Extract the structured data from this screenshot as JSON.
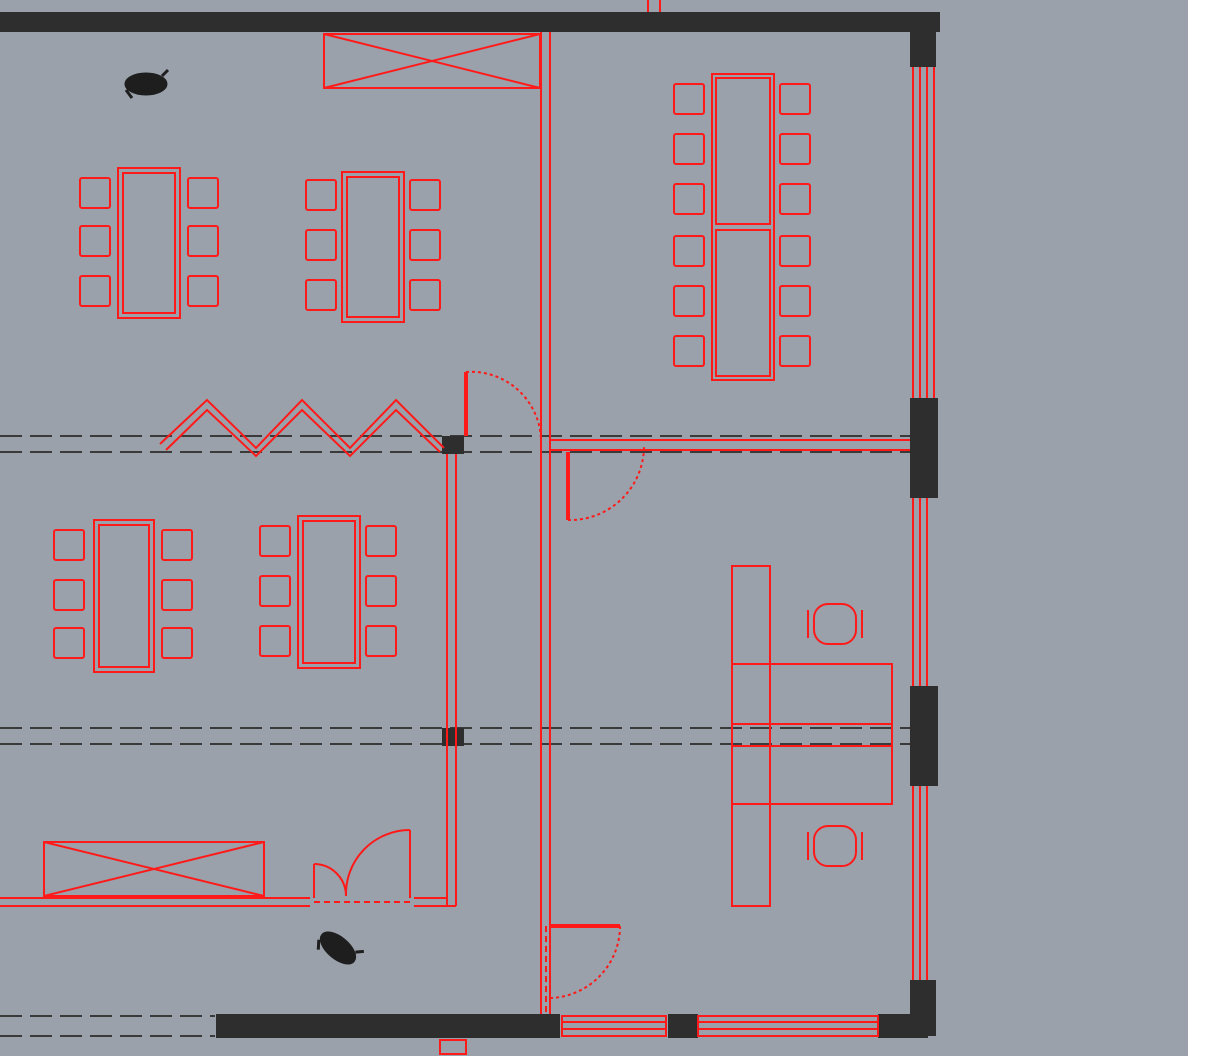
{
  "colors": {
    "canvas_background": "#9aa1aa",
    "page_margin": "#ffffff",
    "structure_wall": "#2e2e2e",
    "drawing_lines": "#ff1a1a",
    "grid_dash": "#3a3a3a",
    "person_figure": "#1e1e1e"
  },
  "icons": {
    "person": "person-icon",
    "door": "door-swing-icon",
    "chair": "chair-icon",
    "table": "table-icon",
    "cabinet": "cabinet-icon"
  },
  "plan": {
    "rooms": [
      "open-office-upper",
      "open-office-lower",
      "meeting-room",
      "office-room",
      "corridor"
    ],
    "meeting_room_seats": 12,
    "workstation_tables": 4,
    "seats_per_workstation_table": 6,
    "office_desk_chairs": 2,
    "doors": 5,
    "persons": 2
  }
}
